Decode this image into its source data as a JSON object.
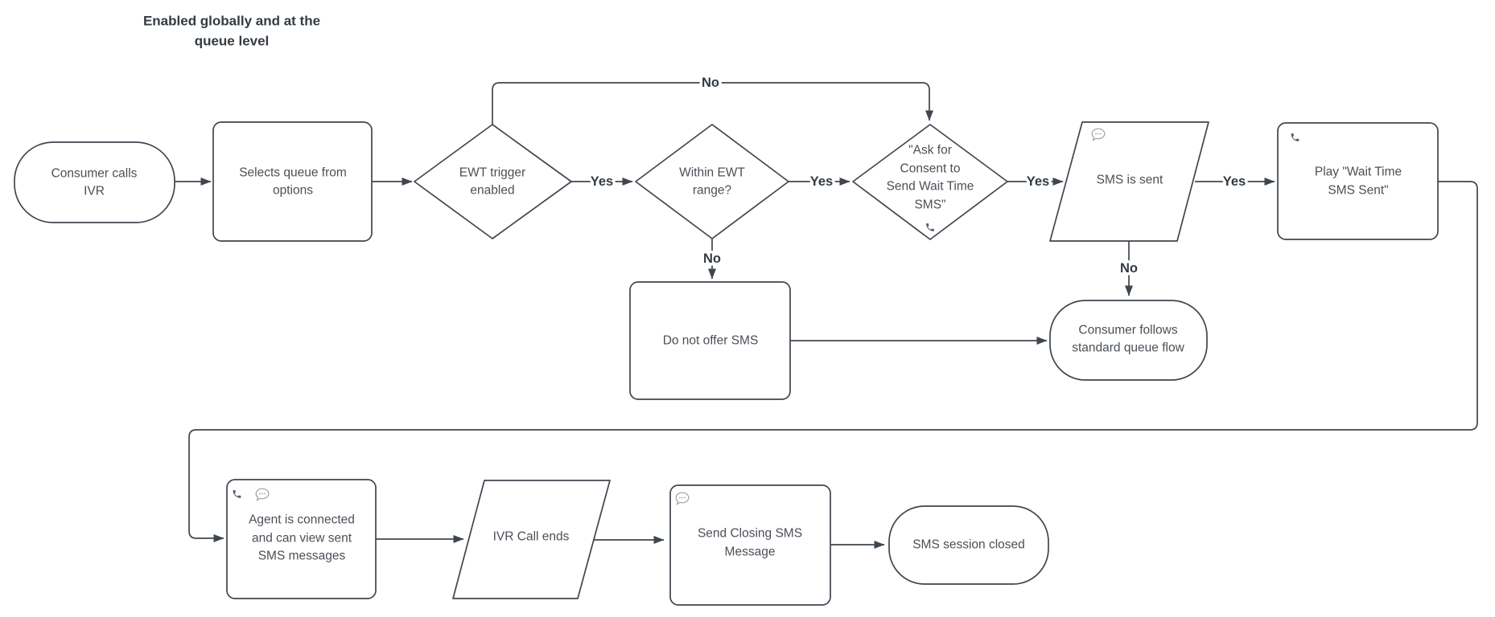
{
  "title": {
    "lines": [
      "Enabled globally and at the",
      "queue level"
    ]
  },
  "nodes": {
    "consumer_calls_ivr": {
      "type": "terminator",
      "lines": [
        "Consumer calls",
        "IVR"
      ]
    },
    "selects_queue": {
      "type": "process",
      "lines": [
        "Selects queue from",
        "options"
      ]
    },
    "ewt_trigger": {
      "type": "decision",
      "lines": [
        "EWT trigger",
        "enabled"
      ]
    },
    "within_ewt": {
      "type": "decision",
      "lines": [
        "Within EWT",
        "range?"
      ]
    },
    "ask_consent": {
      "type": "decision",
      "lines": [
        "\"Ask for",
        "Consent to",
        "Send Wait Time",
        "SMS\""
      ],
      "icon": "phone-icon"
    },
    "sms_sent": {
      "type": "data",
      "lines": [
        "SMS is sent"
      ],
      "icon": "sms-chat-icon"
    },
    "play_wait": {
      "type": "process",
      "lines": [
        "Play \"Wait Time",
        "SMS Sent\""
      ],
      "icon": "phone-icon"
    },
    "do_not_offer": {
      "type": "process",
      "lines": [
        "Do not offer SMS"
      ]
    },
    "standard_queue": {
      "type": "terminator",
      "lines": [
        "Consumer follows",
        "standard queue flow"
      ]
    },
    "agent_connected": {
      "type": "process",
      "lines": [
        "Agent is connected",
        "and can view sent",
        "SMS messages"
      ],
      "icons": [
        "phone-icon",
        "sms-chat-icon"
      ]
    },
    "ivr_call_ends": {
      "type": "data",
      "lines": [
        "IVR Call ends"
      ]
    },
    "send_closing": {
      "type": "process",
      "lines": [
        "Send Closing SMS",
        "Message"
      ],
      "icon": "sms-chat-icon"
    },
    "sms_session_closed": {
      "type": "terminator",
      "lines": [
        "SMS session closed"
      ]
    }
  },
  "edge_labels": {
    "yes_ewt_to_within": "Yes",
    "yes_within_to_consent": "Yes",
    "yes_consent_to_sms": "Yes",
    "yes_sms_to_play": "Yes",
    "no_ewt_top": "No",
    "no_within_down": "No",
    "no_sms_down": "No"
  },
  "colors": {
    "stroke": "#3f464e",
    "text": "#4a5057",
    "label": "#333a42",
    "icon_gray": "#9aa1a8",
    "icon_dark": "#555c64",
    "background": "#ffffff"
  }
}
